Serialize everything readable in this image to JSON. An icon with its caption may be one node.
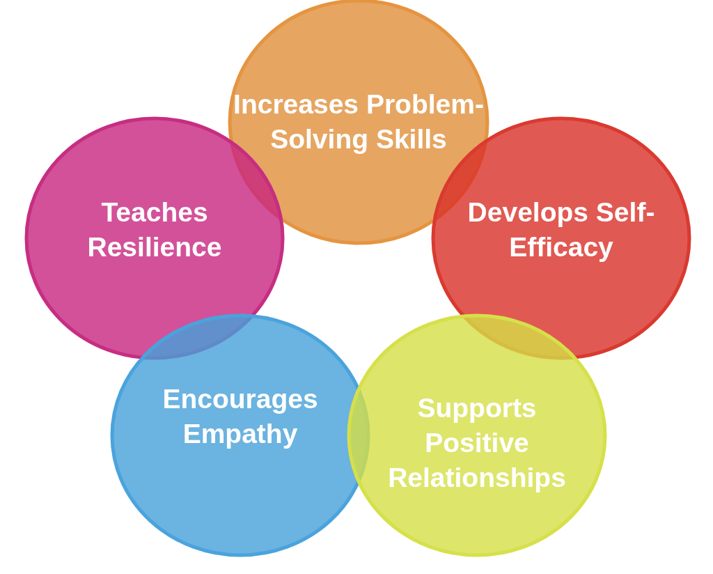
{
  "diagram": {
    "nodes": [
      {
        "text": [
          "Increases Problem-Solving Skills"
        ]
      },
      {
        "text": [
          "Teaches Resilience"
        ]
      },
      {
        "text": [
          "Develops Self-Efficacy"
        ]
      },
      {
        "text": [
          "Encourages Empathy"
        ]
      },
      {
        "text": [
          "Supports Positive Relationships"
        ]
      }
    ]
  }
}
